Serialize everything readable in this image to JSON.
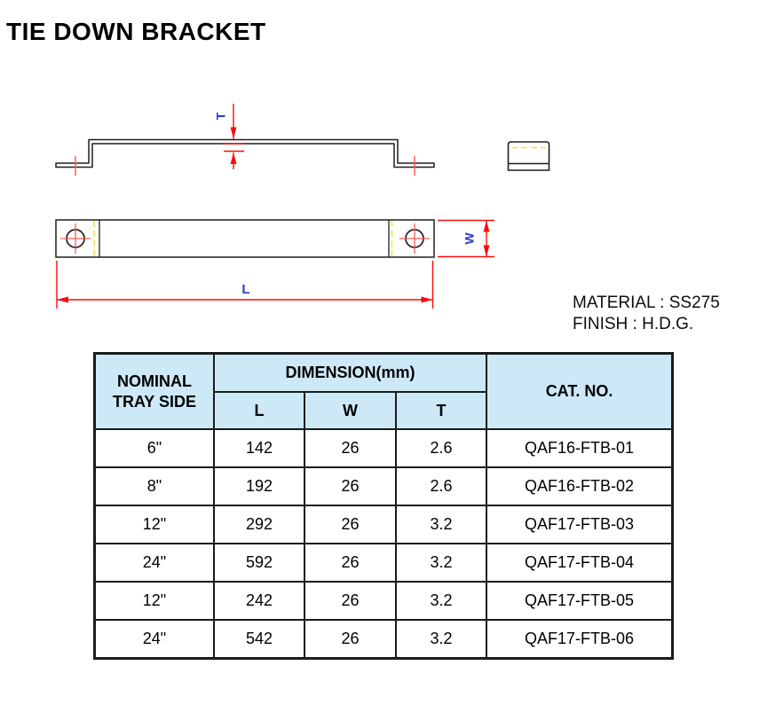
{
  "title": "TIE DOWN BRACKET",
  "drawing": {
    "labels": {
      "thickness": "T",
      "width": "W",
      "length": "L"
    },
    "colors": {
      "outline": "#1f1f1f",
      "dimension_red": "#f90b0b",
      "centerline_red": "#ff5a5a",
      "bendline_yellow": "#f2e23c",
      "label_blue": "#2a3bd0"
    }
  },
  "notes": {
    "material": "MATERIAL : SS275",
    "finish": "FINISH : H.D.G."
  },
  "table": {
    "header_bg": "#cde9f7",
    "headers": {
      "nominal": "NOMINAL TRAY SIDE",
      "dimension_group": "DIMENSION(mm)",
      "sub": [
        "L",
        "W",
        "T"
      ],
      "cat": "CAT. NO."
    },
    "rows": [
      {
        "nominal": "6\"",
        "l": "142",
        "w": "26",
        "t": "2.6",
        "cat": "QAF16-FTB-01"
      },
      {
        "nominal": "8\"",
        "l": "192",
        "w": "26",
        "t": "2.6",
        "cat": "QAF16-FTB-02"
      },
      {
        "nominal": "12\"",
        "l": "292",
        "w": "26",
        "t": "3.2",
        "cat": "QAF17-FTB-03"
      },
      {
        "nominal": "24\"",
        "l": "592",
        "w": "26",
        "t": "3.2",
        "cat": "QAF17-FTB-04"
      },
      {
        "nominal": "12\"",
        "l": "242",
        "w": "26",
        "t": "3.2",
        "cat": "QAF17-FTB-05"
      },
      {
        "nominal": "24\"",
        "l": "542",
        "w": "26",
        "t": "3.2",
        "cat": "QAF17-FTB-06"
      }
    ]
  }
}
